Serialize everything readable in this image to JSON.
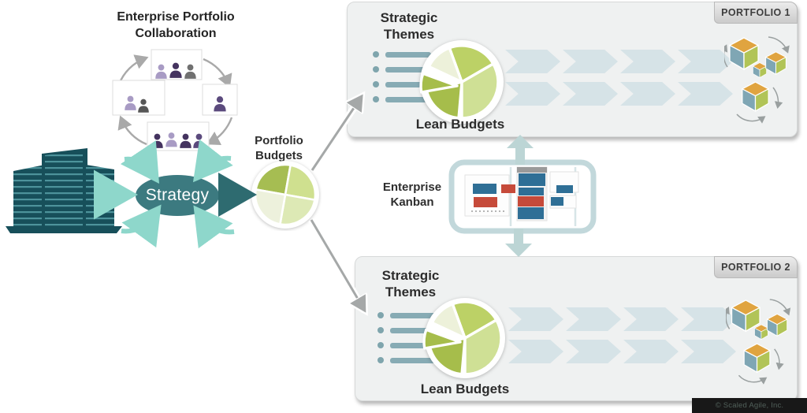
{
  "collaboration": {
    "line1": "Enterprise Portfolio",
    "line2": "Collaboration"
  },
  "strategy": {
    "label": "Strategy"
  },
  "portfolio_budgets": {
    "line1": "Portfolio",
    "line2": "Budgets"
  },
  "enterprise_kanban": {
    "line1": "Enterprise",
    "line2": "Kanban"
  },
  "portfolios": [
    {
      "tag": "PORTFOLIO 1",
      "themes_line1": "Strategic",
      "themes_line2": "Themes",
      "lean_budgets": "Lean Budgets"
    },
    {
      "tag": "PORTFOLIO 2",
      "themes_line1": "Strategic",
      "themes_line2": "Themes",
      "lean_budgets": "Lean Budgets"
    }
  ],
  "watermark": "© Scaled Agile, Inc.",
  "colors": {
    "strategy_node": "#3c7a80",
    "dark_teal_arrow": "#2e6b70",
    "light_teal_arrow": "#8ed7cb",
    "building_teal": "#174f5a",
    "grey_arrow": "#a5a8a8",
    "panel_bg": "#eff1f1",
    "chevron": "#d6e3e7",
    "bullet": "#87abb4",
    "pie_olive": "#a6bd4b",
    "pie_medium": "#bcd166",
    "pie_light": "#cfe095",
    "pie_cream": "#edf1da",
    "kanban_frame": "#c2d8db",
    "kanban_blue": "#2f6f96",
    "kanban_red": "#c64a3a",
    "cube_orange": "#e0a440",
    "cube_green": "#b1c457",
    "cube_blue": "#7fa6b4",
    "people_dark_purple": "#44335f",
    "people_light_purple": "#a89bc4"
  }
}
